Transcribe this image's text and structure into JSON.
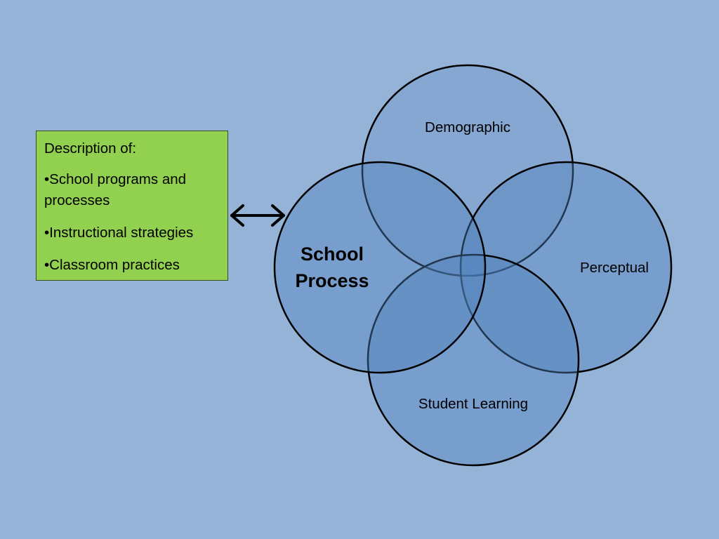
{
  "description_box": {
    "heading": "Description of:",
    "items": [
      "•School programs and processes",
      "•Instructional strategies",
      "•Classroom practices"
    ]
  },
  "circles": {
    "school_process": {
      "line1": "School",
      "line2": "Process"
    },
    "demographic": "Demographic",
    "perceptual": "Perceptual",
    "student_learning": "Student Learning"
  },
  "colors": {
    "background": "#95b3d7",
    "description_box_fill": "#92d050",
    "circle_fill": "#4f81bd",
    "circle_stroke": "#000000",
    "arrow": "#000000"
  },
  "icons": {
    "connector": "double-headed-arrow"
  }
}
